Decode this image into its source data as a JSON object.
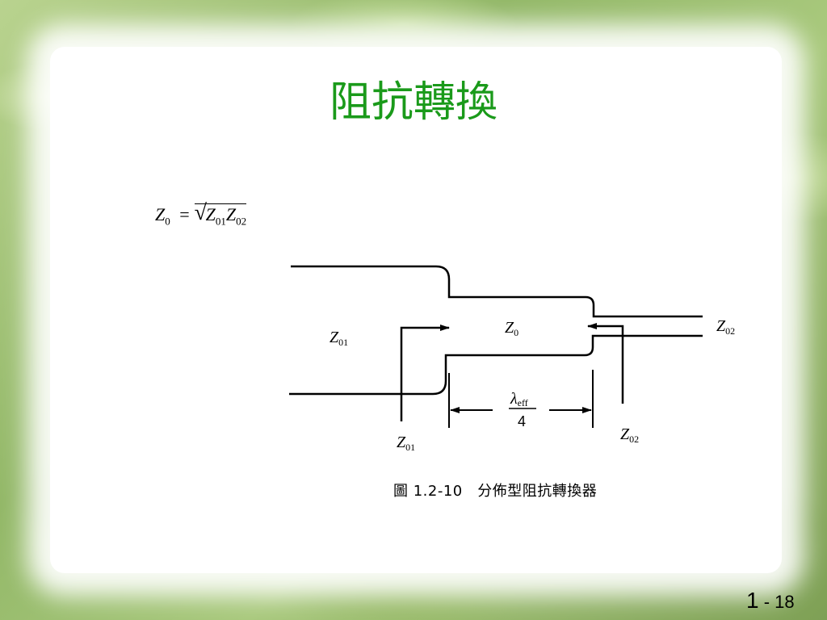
{
  "slide": {
    "title": "阻抗轉換",
    "formula": {
      "lhs": "Z",
      "lhs_sub": "0",
      "equals": "=",
      "rhs_a": "Z",
      "rhs_a_sub": "01",
      "rhs_b": "Z",
      "rhs_b_sub": "02"
    },
    "figure": {
      "label_left": "Z",
      "label_left_sub": "01",
      "label_center": "Z",
      "label_center_sub": "0",
      "label_right": "Z",
      "label_right_sub": "02",
      "label_bottom_left": "Z",
      "label_bottom_left_sub": "01",
      "label_bottom_right": "Z",
      "label_bottom_right_sub": "02",
      "lambda_symbol": "λ",
      "lambda_sub": "eff",
      "lambda_denominator": "4",
      "caption": "圖 1.2-10　分佈型阻抗轉換器"
    },
    "page_number": {
      "chapter": "1",
      "separator": "-",
      "page": "18"
    }
  }
}
